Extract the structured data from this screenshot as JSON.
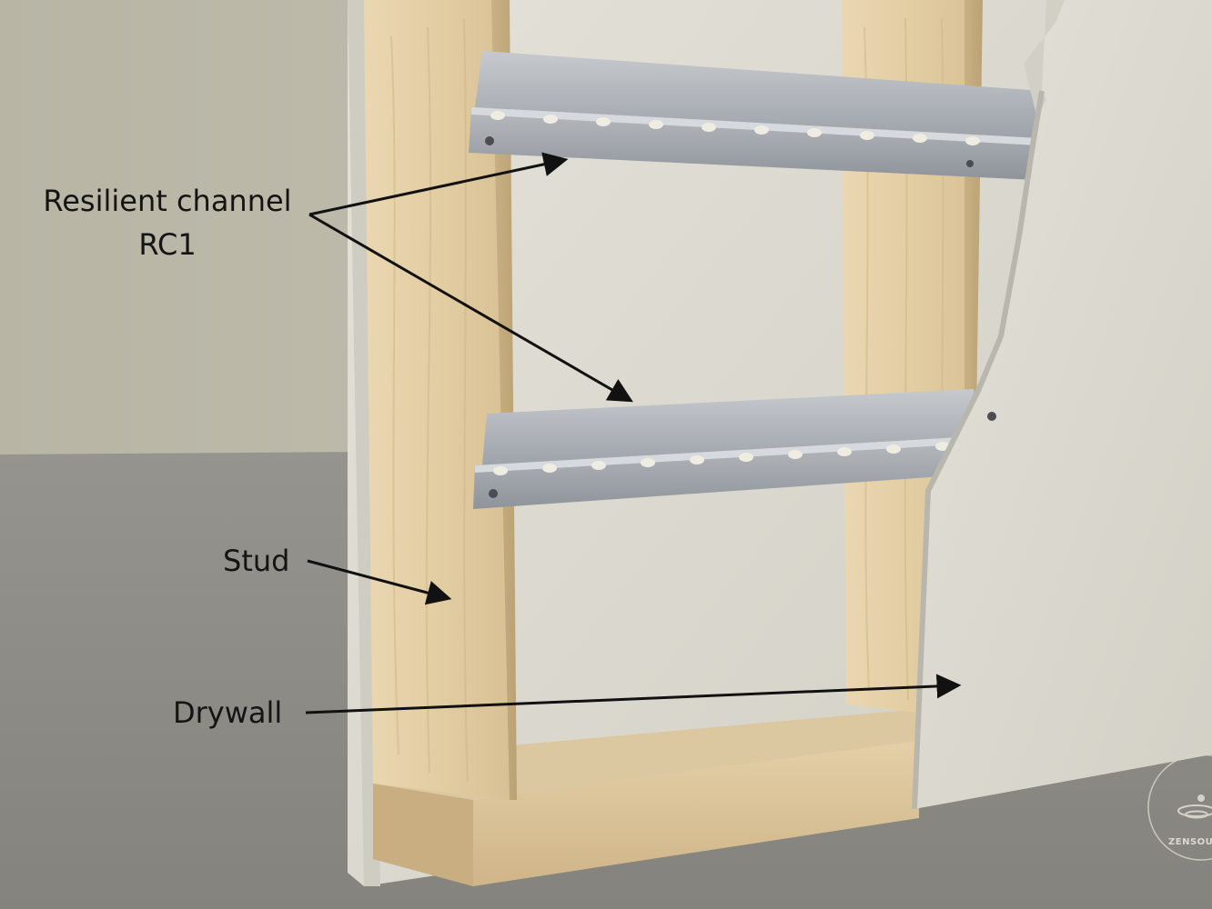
{
  "labels": {
    "resilient_channel_line1": "Resilient channel",
    "resilient_channel_line2": "RC1",
    "stud": "Stud",
    "drywall": "Drywall"
  },
  "watermark": {
    "text": "ZENSOUND",
    "icon": "zensound-logo-icon"
  },
  "colors": {
    "background_wall": "#b9b6a6",
    "floor": "#8e8c86",
    "wood": "#e3cfa8",
    "drywall": "#dcdad0",
    "channel": "#a8adb4",
    "arrows": "#111111"
  }
}
